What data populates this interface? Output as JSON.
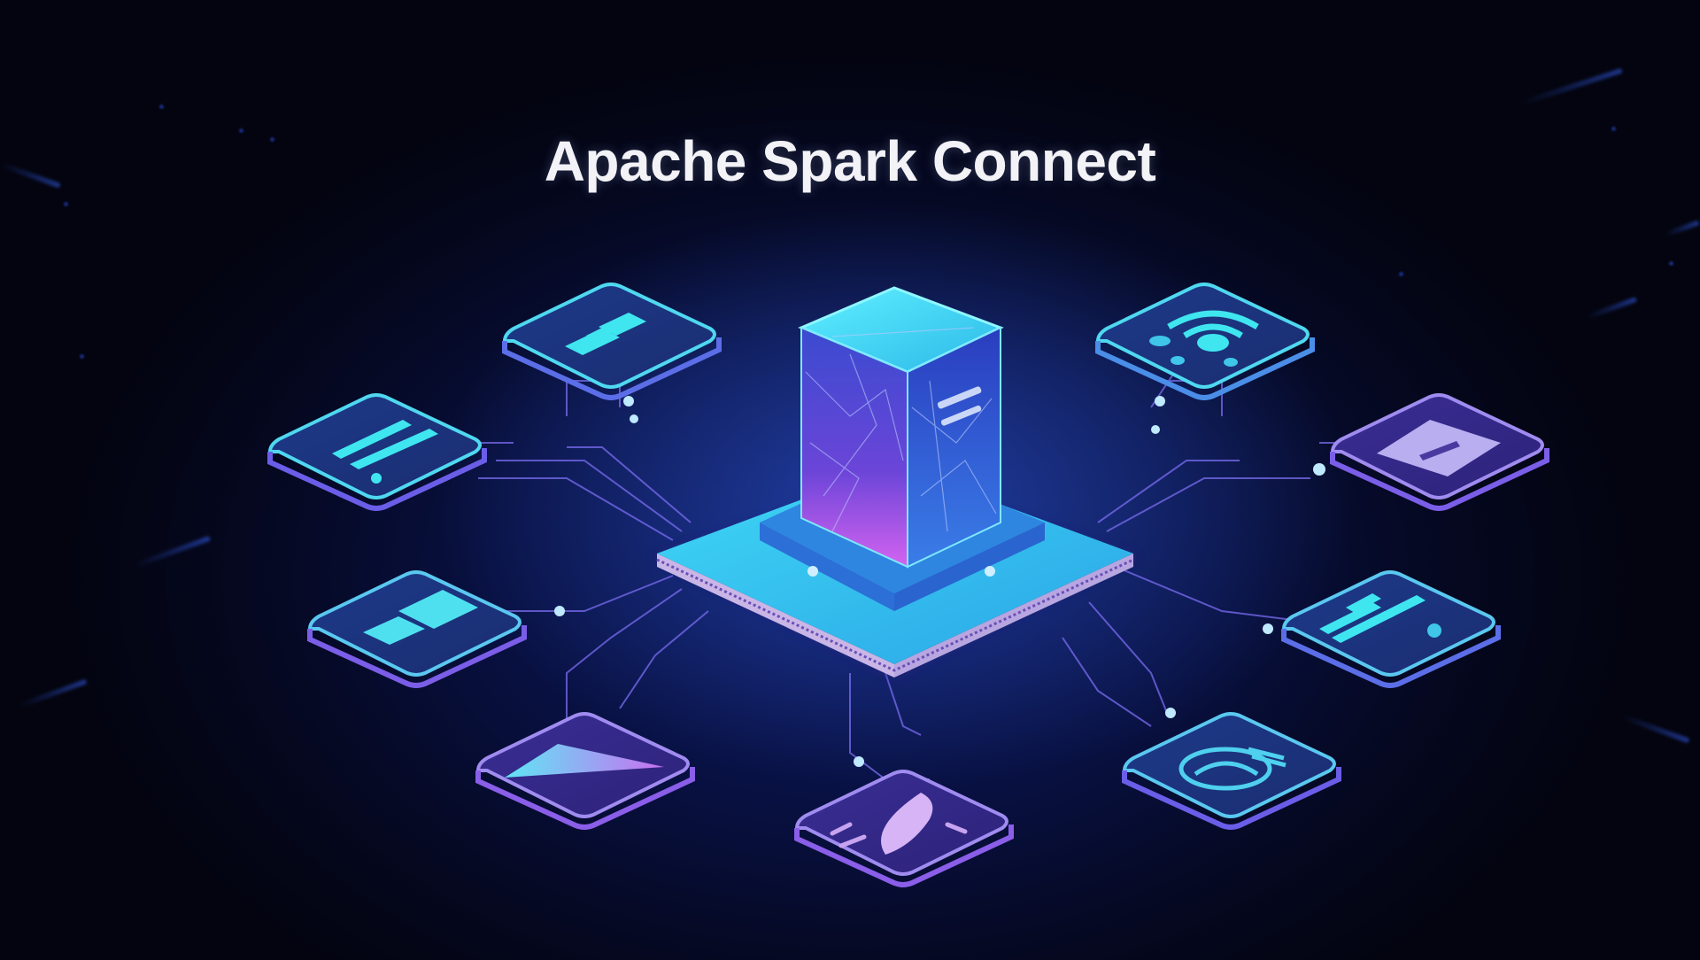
{
  "title": "Apache Spark Connect",
  "colors": {
    "background": "#05071c",
    "cyan_accent": "#3fe0f5",
    "purple_accent": "#9b6cf0",
    "magenta_accent": "#d060f0",
    "title_text": "#f2f2f7"
  },
  "scene": {
    "center": {
      "name": "spark-server-block",
      "description": "glowing isometric block on circuit chip"
    },
    "tiles": [
      {
        "position": "top-left",
        "icon": "plug-icon"
      },
      {
        "position": "top-right",
        "icon": "wifi-signal-icon"
      },
      {
        "position": "mid-left",
        "icon": "terminal-icon"
      },
      {
        "position": "mid-right",
        "icon": "window-icon"
      },
      {
        "position": "lower-left",
        "icon": "laptop-icon"
      },
      {
        "position": "lower-right",
        "icon": "grid-table-icon"
      },
      {
        "position": "bottom-left",
        "icon": "chart-wedge-icon"
      },
      {
        "position": "bottom-center",
        "icon": "rocket-icon"
      },
      {
        "position": "bottom-right",
        "icon": "network-mesh-icon"
      }
    ]
  }
}
